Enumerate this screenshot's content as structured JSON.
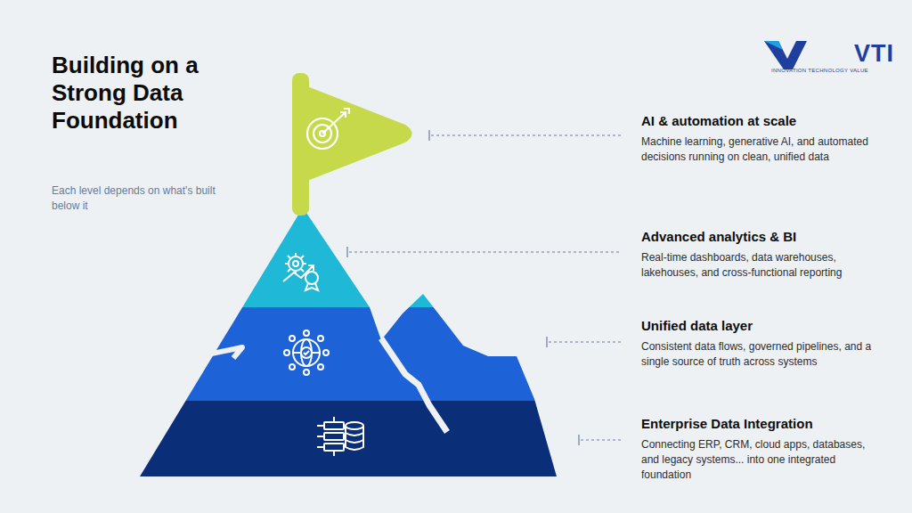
{
  "diagram": {
    "title": "Building on a Strong Data Foundation",
    "nodes": [
      {
        "text": [
          "AI & automation at scale",
          "Machine learning, generative AI, and automated decisions running on clean, unified data"
        ]
      },
      {
        "text": [
          "Advanced analytics & BI",
          "Real-time dashboards, data warehouses, lakehouses, and cross-functional reporting"
        ]
      },
      {
        "text": [
          "Unified data layer",
          "Consistent data flows, governed pipelines, and a single source of truth across systems"
        ]
      },
      {
        "text": [
          "Enterprise Data Integration",
          "Connecting ERP, CRM, cloud apps, databases, and legacy systems... into one integrated foundation"
        ]
      }
    ],
    "labels": [
      "Each level depends on what's built below it",
      "VTI",
      "INNOVATION TECHNOLOGY VALUE"
    ]
  }
}
